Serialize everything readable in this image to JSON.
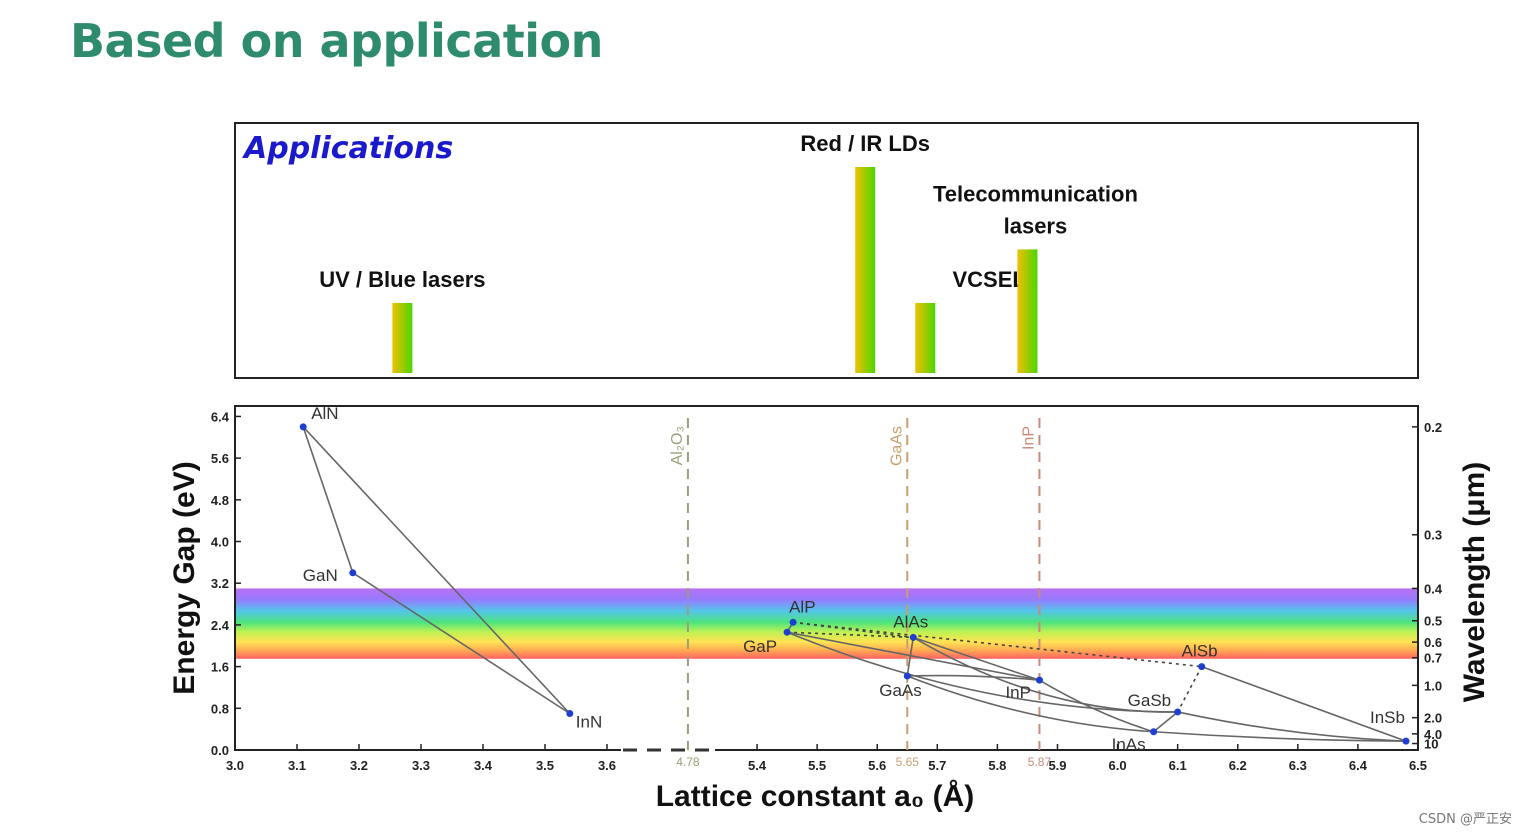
{
  "slide": {
    "title": "Based on application",
    "watermark": "CSDN @严正安"
  },
  "colors": {
    "title": "#2e8b6e",
    "applications_heading": "#1a1acc",
    "point": "#1f3fd0",
    "al2o3_line": "#9aa07a",
    "gaas_line": "#c8a070",
    "inp_line": "#c98a7a"
  },
  "chart_data": [
    {
      "type": "bar",
      "heading": "Applications",
      "gradient": [
        "#f0c000",
        "#4cd600"
      ],
      "bars": [
        {
          "label": "UV / Blue lasers",
          "x": 3.27,
          "height": 0.34
        },
        {
          "label": "Red / IR LDs",
          "x": 5.58,
          "height": 1.0
        },
        {
          "label": "VCSELs",
          "x": 5.68,
          "height": 0.34
        },
        {
          "label": "Telecommunication\nlasers",
          "x": 5.85,
          "height": 0.6
        }
      ]
    },
    {
      "type": "scatter",
      "xlabel": "Lattice constant a₀ (Å)",
      "ylabel": "Energy Gap (eV)",
      "y2label": "Wavelength (μm)",
      "xlim": [
        3.0,
        6.5
      ],
      "axis_break": [
        3.6,
        5.35
      ],
      "ylim": [
        0,
        6.6
      ],
      "xticks_left": [
        "3.0",
        "3.1",
        "3.2",
        "3.3",
        "3.4",
        "3.5",
        "3.6"
      ],
      "xticks_right": [
        "5.4",
        "5.5",
        "5.6",
        "5.7",
        "5.8",
        "5.9",
        "6.0",
        "6.1",
        "6.2",
        "6.3",
        "6.4",
        "6.5"
      ],
      "yticks": [
        "0.0",
        "0.8",
        "1.6",
        "2.4",
        "3.2",
        "4.0",
        "4.8",
        "5.6",
        "6.4"
      ],
      "y2ticks": [
        "0.2",
        "0.3",
        "0.4",
        "0.5",
        "0.6",
        "0.7",
        "1.0",
        "2.0",
        "4.0",
        "10"
      ],
      "y2tick_ev": [
        6.2,
        4.13,
        3.1,
        2.48,
        2.07,
        1.77,
        1.24,
        0.62,
        0.31,
        0.124
      ],
      "visible_band_ev": [
        1.75,
        3.1
      ],
      "substrates": [
        {
          "label": "Al₂O₃",
          "x": 4.78,
          "value_label": "4.78"
        },
        {
          "label": "GaAs",
          "x": 5.65,
          "value_label": "5.65"
        },
        {
          "label": "InP",
          "x": 5.87,
          "value_label": "5.87"
        }
      ],
      "points": [
        {
          "name": "AlN",
          "a": 3.11,
          "eg": 6.2,
          "lx": 8,
          "ly": -8
        },
        {
          "name": "GaN",
          "a": 3.19,
          "eg": 3.4,
          "lx": -50,
          "ly": 8
        },
        {
          "name": "InN",
          "a": 3.54,
          "eg": 0.7,
          "lx": 6,
          "ly": 14
        },
        {
          "name": "AlP",
          "a": 5.46,
          "eg": 2.45,
          "lx": -4,
          "ly": -10
        },
        {
          "name": "GaP",
          "a": 5.45,
          "eg": 2.26,
          "lx": -44,
          "ly": 20
        },
        {
          "name": "AlAs",
          "a": 5.66,
          "eg": 2.16,
          "lx": -20,
          "ly": -10
        },
        {
          "name": "GaAs",
          "a": 5.65,
          "eg": 1.42,
          "lx": -28,
          "ly": 20
        },
        {
          "name": "InP",
          "a": 5.87,
          "eg": 1.34,
          "lx": -34,
          "ly": 18
        },
        {
          "name": "AlSb",
          "a": 6.14,
          "eg": 1.6,
          "lx": -20,
          "ly": -10
        },
        {
          "name": "GaSb",
          "a": 6.1,
          "eg": 0.73,
          "lx": -50,
          "ly": -6
        },
        {
          "name": "InAs",
          "a": 6.06,
          "eg": 0.35,
          "lx": -42,
          "ly": 18
        },
        {
          "name": "InSb",
          "a": 6.48,
          "eg": 0.17,
          "lx": -36,
          "ly": -18
        }
      ]
    }
  ]
}
